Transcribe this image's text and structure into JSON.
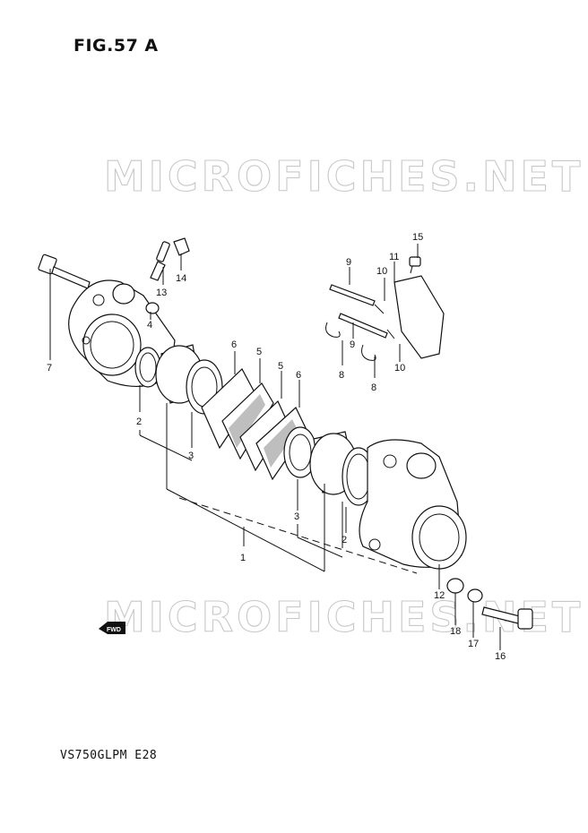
{
  "figure": {
    "title": "FIG.57 A",
    "model": "VS750GLPM E28"
  },
  "watermark": "MICROFICHES.NET",
  "fwd_label": "FWD",
  "callouts": [
    "1",
    "2",
    "2",
    "3",
    "3",
    "4",
    "5",
    "5",
    "6",
    "6",
    "7",
    "8",
    "8",
    "9",
    "9",
    "10",
    "10",
    "11",
    "12",
    "13",
    "14",
    "15",
    "16",
    "17",
    "18"
  ]
}
